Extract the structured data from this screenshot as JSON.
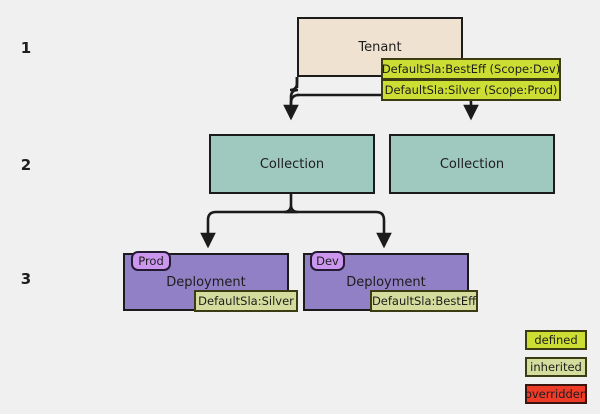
{
  "diagram": {
    "background_color": "#f0f0f0",
    "rows": [
      {
        "label": "1"
      },
      {
        "label": "2"
      },
      {
        "label": "3"
      }
    ],
    "nodes": {
      "tenant": {
        "label": "Tenant",
        "fill": "#f0e2d1",
        "badges": [
          {
            "text": "DefaultSla:BestEff (Scope:Dev)",
            "state": "defined"
          },
          {
            "text": "DefaultSla:Silver (Scope:Prod)",
            "state": "defined"
          }
        ]
      },
      "collection_left": {
        "label": "Collection",
        "fill": "#9fc8bf"
      },
      "collection_right": {
        "label": "Collection",
        "fill": "#9fc8bf"
      },
      "deployment_prod": {
        "label": "Deployment",
        "fill": "#9180c6",
        "env_tag": "Prod",
        "env_tag_fill": "#cb96ee",
        "badges": [
          {
            "text": "DefaultSla:Silver",
            "state": "inherited"
          }
        ]
      },
      "deployment_dev": {
        "label": "Deployment",
        "fill": "#9180c6",
        "env_tag": "Dev",
        "env_tag_fill": "#cb96ee",
        "badges": [
          {
            "text": "DefaultSla:BestEff",
            "state": "inherited"
          }
        ]
      }
    },
    "legend": {
      "items": [
        {
          "label": "defined",
          "color": "#ccdd33"
        },
        {
          "label": "inherited",
          "color": "#d5dd9e"
        },
        {
          "label": "overridden",
          "color": "#ee3b28"
        }
      ]
    }
  }
}
